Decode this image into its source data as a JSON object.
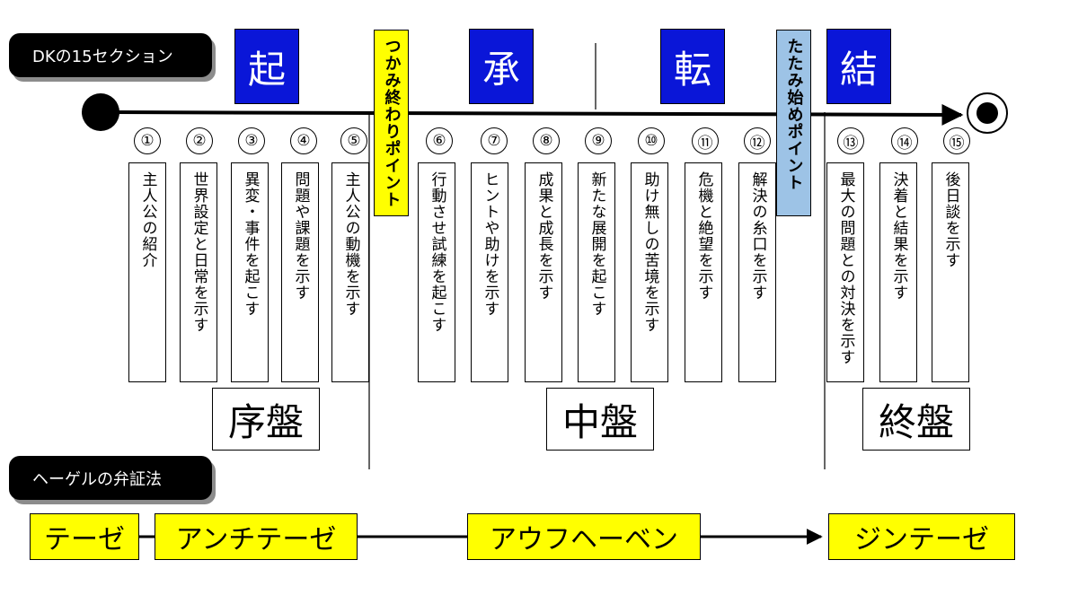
{
  "header_label": "DKの15セクション",
  "hegel_label": "ヘーゲルの弁証法",
  "phases": [
    "起",
    "承",
    "転",
    "結"
  ],
  "points": {
    "grab_end": "つかみ終わりポイント",
    "fold_start": "たたみ始めポイント"
  },
  "sections": [
    {
      "num": "①",
      "text": "主人公の紹介"
    },
    {
      "num": "②",
      "text": "世界設定と日常を示す"
    },
    {
      "num": "③",
      "text": "異変・事件を起こす"
    },
    {
      "num": "④",
      "text": "問題や課題を示す"
    },
    {
      "num": "⑤",
      "text": "主人公の動機を示す"
    },
    {
      "num": "⑥",
      "text": "行動させ試練を起こす"
    },
    {
      "num": "⑦",
      "text": "ヒントや助けを示す"
    },
    {
      "num": "⑧",
      "text": "成果と成長を示す"
    },
    {
      "num": "⑨",
      "text": "新たな展開を起こす"
    },
    {
      "num": "⑩",
      "text": "助け無しの苦境を示す"
    },
    {
      "num": "⑪",
      "text": "危機と絶望を示す"
    },
    {
      "num": "⑫",
      "text": "解決の糸口を示す"
    },
    {
      "num": "⑬",
      "text": "最大の問題との対決を示す"
    },
    {
      "num": "⑭",
      "text": "決着と結果を示す"
    },
    {
      "num": "⑮",
      "text": "後日談を示す"
    }
  ],
  "stages": [
    "序盤",
    "中盤",
    "終盤"
  ],
  "hegel": [
    "テーゼ",
    "アンチテーゼ",
    "アウフヘーベン",
    "ジンテーゼ"
  ]
}
